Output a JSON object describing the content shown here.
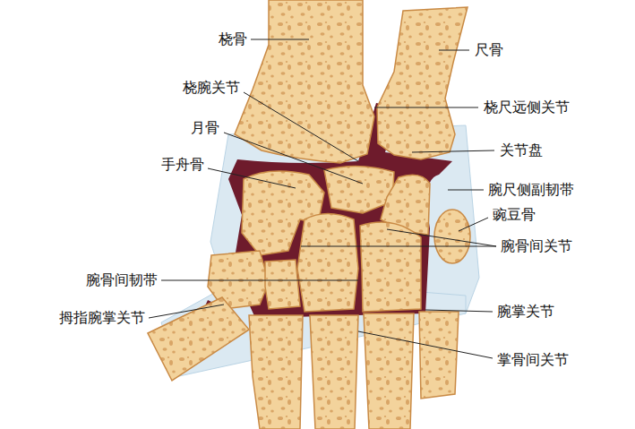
{
  "diagram": {
    "labels": [
      "桡骨",
      "尺骨",
      "桡腕关节",
      "桡尺远侧关节",
      "月骨",
      "关节盘",
      "手舟骨",
      "腕尺侧副韧带",
      "豌豆骨",
      "腕骨间关节",
      "腕骨间韧带",
      "拇指腕掌关节",
      "腕掌关节",
      "掌骨间关节"
    ]
  }
}
